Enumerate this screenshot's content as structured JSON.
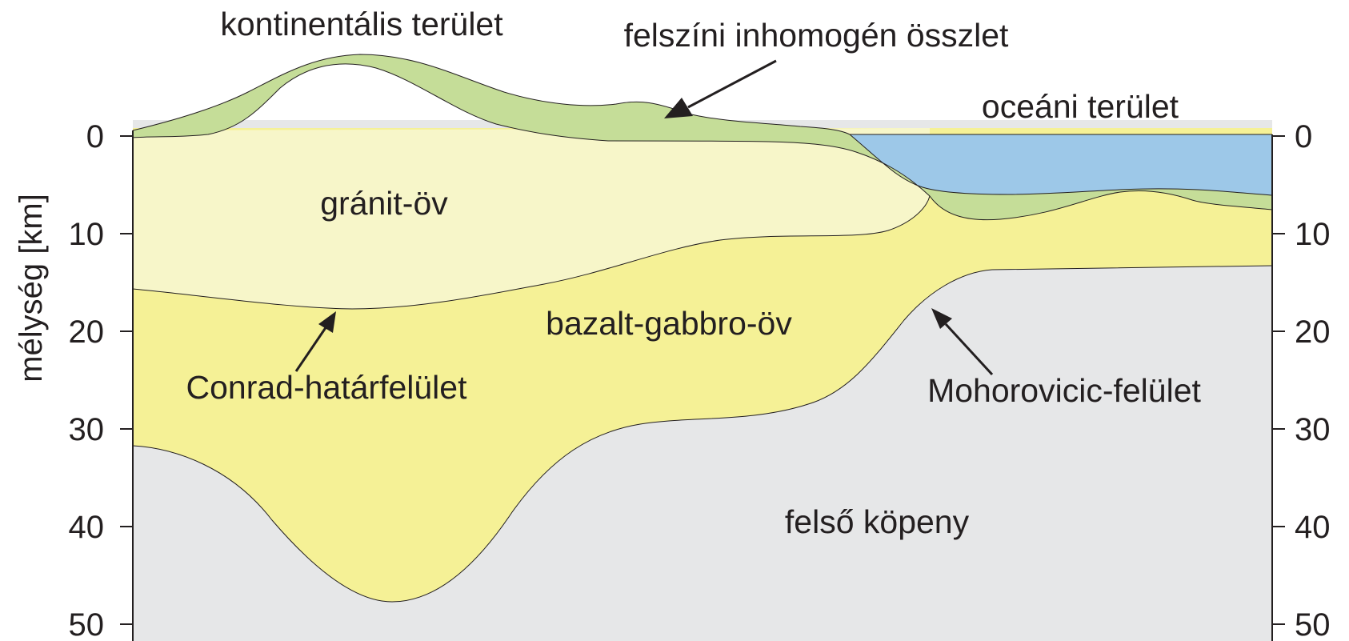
{
  "figure": {
    "y_axis": {
      "label": "mélység [km]",
      "ticks": [
        "0",
        "10",
        "20",
        "30",
        "40",
        "50"
      ],
      "range_km": [
        0,
        50
      ]
    },
    "labels": {
      "continental": "kontinentális terület",
      "surface_complex": "felszíni inhomogén összlet",
      "oceanic": "oceáni terület",
      "granite": "gránit-öv",
      "basalt": "bazalt-gabbro-öv",
      "conrad": "Conrad-határfelület",
      "moho": "Mohorovicic-felület",
      "mantle": "felső köpeny"
    },
    "colors": {
      "surface_layer": "#c5dd98",
      "granite_layer": "#f7f6c9",
      "basalt_layer": "#f5f196",
      "mantle": "#e6e7e8",
      "ocean": "#9dc8e8",
      "outline": "#231f20"
    }
  }
}
